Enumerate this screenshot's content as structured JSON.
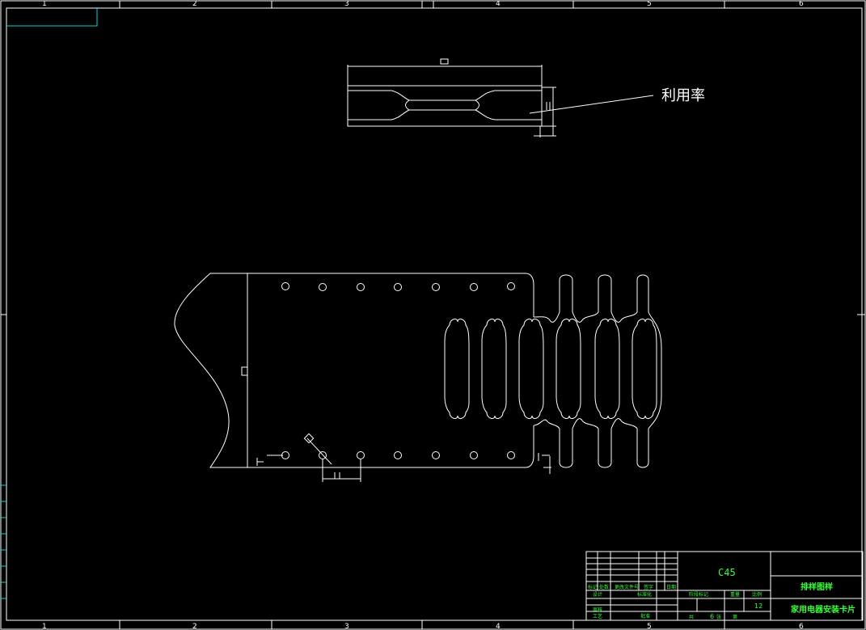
{
  "zones_top": [
    "1",
    "2",
    "3",
    "4",
    "5",
    "6"
  ],
  "zones_bottom": [
    "1",
    "2",
    "3",
    "4",
    "5",
    "6"
  ],
  "annotation": {
    "text": "利用率"
  },
  "title_block": {
    "material": "C45",
    "drawing_title": "排样图样",
    "part_name": "家用电器安装卡片",
    "labels": {
      "mark": "标记",
      "count": "处数",
      "revision_doc": "更改文件号",
      "signature": "签字",
      "date": "日期",
      "designer": "设计",
      "standardized": "标准化",
      "stage_mark": "阶段标记",
      "weight": "重量",
      "scale": "比例",
      "review": "审核",
      "process": "工艺",
      "approve": "批准",
      "total": "共",
      "sheet": "张",
      "sheet_no": "第"
    },
    "scale_value": "12",
    "sheet_count": "6"
  },
  "colors": {
    "background": "#000000",
    "lines": "#ffffff",
    "frame_accent": "#00d8d8",
    "title_text": "#38ff38"
  }
}
